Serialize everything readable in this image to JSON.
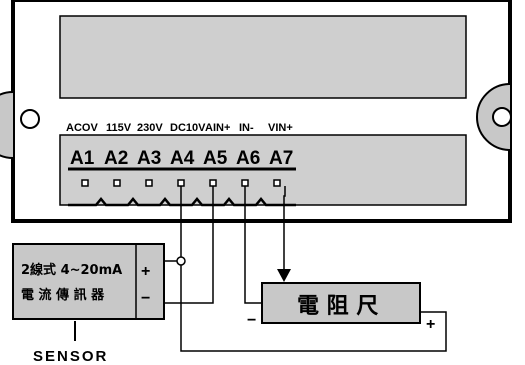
{
  "terminals": {
    "labels": [
      "A1",
      "A2",
      "A3",
      "A4",
      "A5",
      "A6",
      "A7"
    ],
    "functions": [
      "ACOV",
      "115V",
      "230V",
      "DC10V",
      "AIN+",
      "IN-",
      "VIN+"
    ]
  },
  "sensor": {
    "line1": "2線式 4~20mA",
    "line2": "電 流 傳 訊 器",
    "plus": "+",
    "minus": "−",
    "caption": "SENSOR"
  },
  "resistor": {
    "label": "電 阻 尺",
    "minus": "−",
    "plus": "+"
  },
  "colors": {
    "stroke": "#000000",
    "panel_fill": "#cfcfcf",
    "box_fill": "#c8c8c8",
    "background": "#ffffff"
  }
}
